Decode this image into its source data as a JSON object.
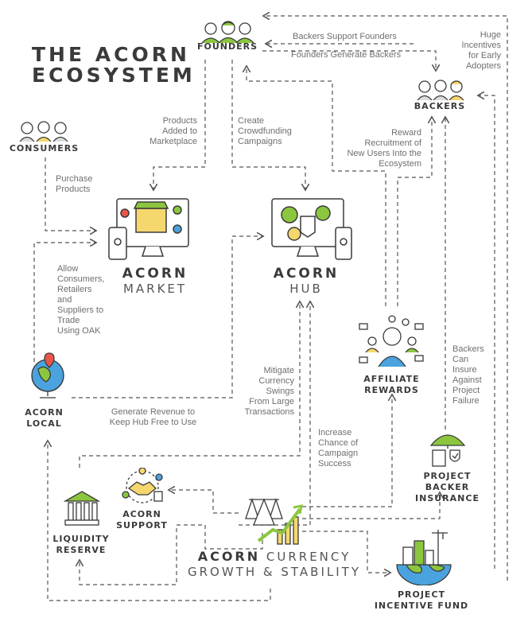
{
  "title": {
    "line1": "THE ACORN",
    "line2": "ECOSYSTEM"
  },
  "nodes": {
    "founders": "FOUNDERS",
    "backers": "BACKERS",
    "consumers": "CONSUMERS",
    "market": {
      "bold": "ACORN",
      "thin": "MARKET"
    },
    "hub": {
      "bold": "ACORN",
      "thin": "HUB"
    },
    "affiliate": {
      "line1": "AFFILIATE",
      "line2": "REWARDS"
    },
    "local": {
      "line1": "ACORN",
      "line2": "LOCAL"
    },
    "support": {
      "line1": "ACORN",
      "line2": "SUPPORT"
    },
    "liquidity": {
      "line1": "LIQUIDITY",
      "line2": "RESERVE"
    },
    "insurance": {
      "line1": "PROJECT",
      "line2": "BACKER",
      "line3": "INSURANCE"
    },
    "incentive": {
      "line1": "PROJECT",
      "line2": "INCENTIVE FUND"
    },
    "currency": {
      "bold": "ACORN",
      "thin1": " CURRENCY",
      "thin2": "GROWTH & STABILITY"
    }
  },
  "notes": {
    "backers_support": "Backers Support Founders",
    "founders_generate": "Founders Generate Backers",
    "huge_incentives": [
      "Huge",
      "Incentives",
      "for Early",
      "Adopters"
    ],
    "products_added": [
      "Products",
      "Added to",
      "Marketplace"
    ],
    "create_crowdfunding": [
      "Create",
      "Crowdfunding",
      "Campaigns"
    ],
    "reward_recruitment": [
      "Reward",
      "Recruitment of",
      "New Users Into the",
      "Ecosystem"
    ],
    "purchase_products": [
      "Purchase",
      "Products"
    ],
    "allow_consumers": [
      "Allow",
      "Consumers,",
      "Retailers",
      "and",
      "Suppliers to",
      "Trade",
      "Using OAK"
    ],
    "backers_insure": [
      "Backers",
      "Can",
      "Insure",
      "Against",
      "Project",
      "Failure"
    ],
    "mitigate": [
      "Mitigate",
      "Currency",
      "Swings",
      "From Large",
      "Transactions"
    ],
    "generate_revenue": [
      "Generate Revenue to",
      "Keep Hub Free to Use"
    ],
    "increase_chance": [
      "Increase",
      "Chance of",
      "Campaign",
      "Success"
    ]
  },
  "colors": {
    "accent_green": "#8cc63f",
    "dark": "#3a3a3a",
    "line": "#555555",
    "yellow": "#f5d76e",
    "red": "#e8564a",
    "blue": "#4aa3df"
  }
}
